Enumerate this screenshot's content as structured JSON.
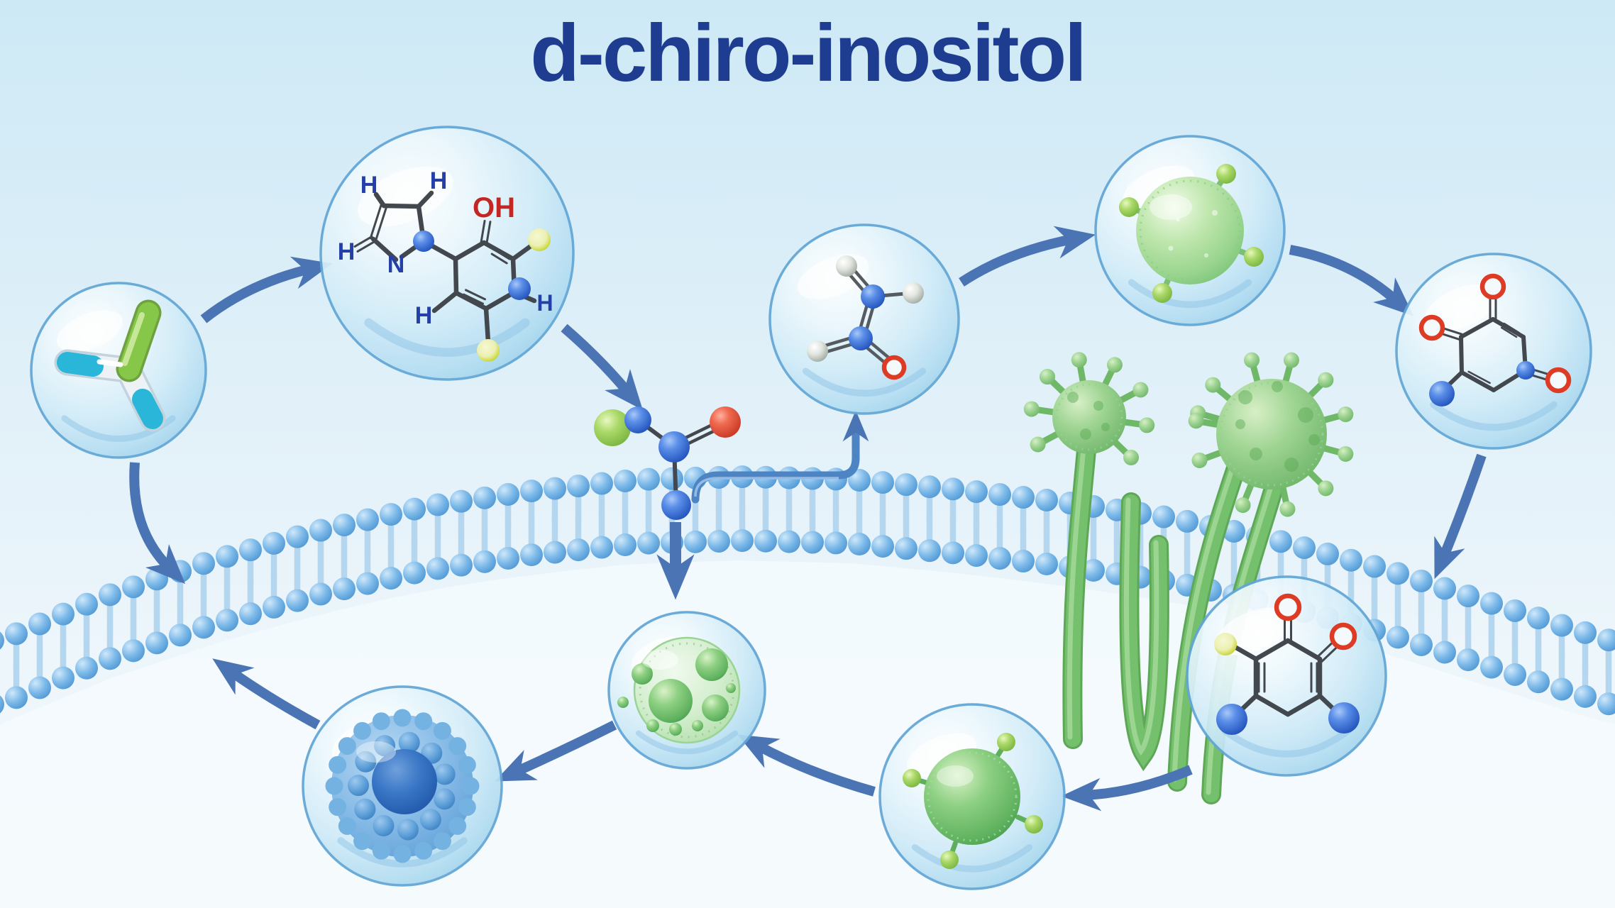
{
  "title": "d-chiro-inositol",
  "labels": {
    "h": "H",
    "n": "N",
    "oh": "OH"
  },
  "palette": {
    "background_top": "#cde9f6",
    "background_bottom": "#f7fbfd",
    "title_text": "#1e3c90",
    "arrow": "#4a74b4",
    "connector": "#4c84c4",
    "membrane_head": "#64a9e0",
    "membrane_tail": "#b4d6ee",
    "bubble_rim": "#62a6d6",
    "bond": "#43484e",
    "label_blue": "#2440a8",
    "label_red": "#c22723",
    "atom_blue": "#2e62d0",
    "atom_red": "#d8422e",
    "atom_green": "#8cc152",
    "atom_yellow": "#ccd84c",
    "atom_gray": "#c9cfc9",
    "oxygen_ring": "#dd3b24",
    "vesicle_green": "#8fd086",
    "glyco_green": "#74c06c",
    "capsule_cyan": "#29b6d8",
    "capsule_green": "#86c74a",
    "cell_blue": "#6aaade",
    "cell_core": "#2a63b4"
  },
  "nodes": [
    {
      "id": "capsule-molecule-bubble"
    },
    {
      "id": "dci-structure-bubble"
    },
    {
      "id": "messenger-molecule"
    },
    {
      "id": "amine-molecule-bubble"
    },
    {
      "id": "smooth-vesicle-bubble"
    },
    {
      "id": "quinone-a-bubble"
    },
    {
      "id": "quinone-b-bubble"
    },
    {
      "id": "spiky-vesicle-bubble"
    },
    {
      "id": "endosome-bubble"
    },
    {
      "id": "blue-cell-bubble"
    },
    {
      "id": "cell-membrane"
    },
    {
      "id": "glycoproteins"
    }
  ]
}
